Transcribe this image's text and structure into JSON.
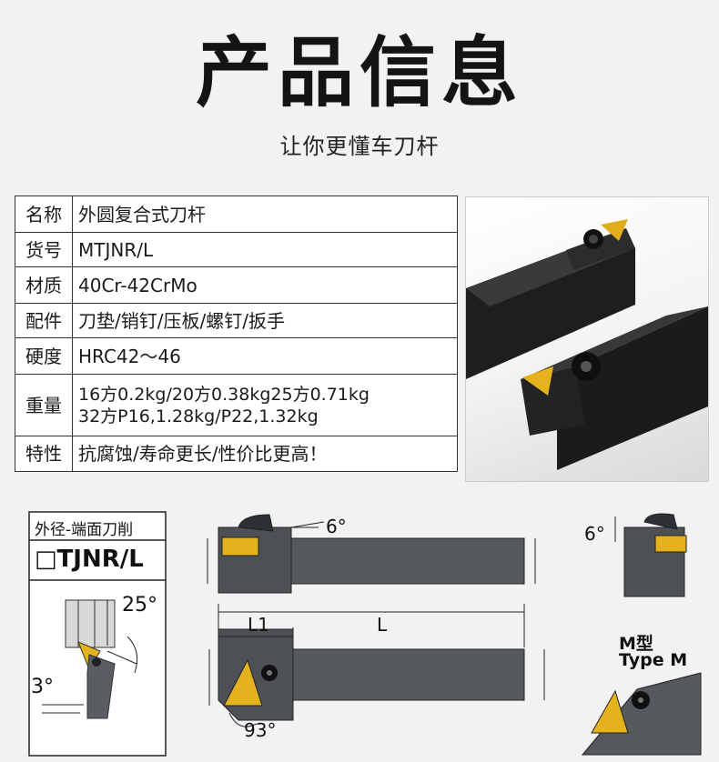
{
  "header": {
    "title": "产品信息",
    "subtitle": "让你更懂车刀杆"
  },
  "specs": [
    {
      "key": "名称",
      "value": "外圆复合式刀杆"
    },
    {
      "key": "货号",
      "value": "MTJNR/L"
    },
    {
      "key": "材质",
      "value": "40Cr-42CrMo"
    },
    {
      "key": "配件",
      "value": "刀垫/销钉/压板/螺钉/扳手"
    },
    {
      "key": "硬度",
      "value": "HRC42～46"
    },
    {
      "key": "重量",
      "value": "16方0.2kg/20方0.38kg25方0.71kg",
      "value2": "32方P16,1.28kg/P22,1.32kg"
    },
    {
      "key": "特性",
      "value": "抗腐蚀/寿命更长/性价比更高！"
    }
  ],
  "diagram": {
    "panel_title": "外径-端面刀削",
    "panel_code": "□TJNR/L",
    "panel_angle_top": "25°",
    "panel_angle_bottom": "3°",
    "side_angle": "6°",
    "end_angle": "6°",
    "dim_l1": "L1",
    "dim_l": "L",
    "lead_angle": "93°",
    "type_cn": "M型",
    "type_en": "Type M"
  },
  "colors": {
    "holder": "#55595e",
    "holder_dark": "#3a3d41",
    "insert": "#e3b21c",
    "line": "#222222"
  }
}
